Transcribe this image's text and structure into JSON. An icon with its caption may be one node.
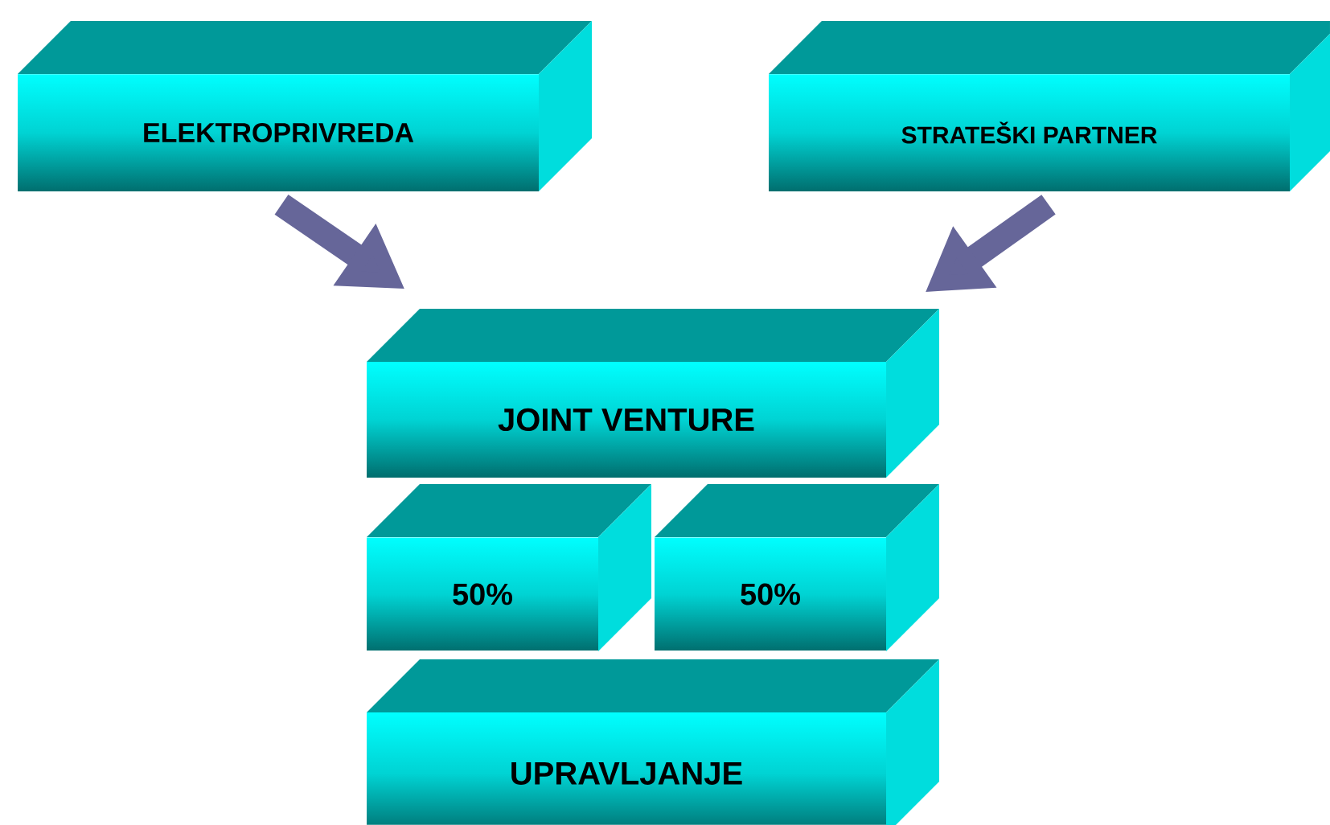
{
  "diagram": {
    "nodes": [
      {
        "text": [
          "ELEKTROPRIVREDA"
        ]
      },
      {
        "text": [
          "STRATEŠKI PARTNER"
        ]
      },
      {
        "text": [
          "JOINT VENTURE"
        ]
      },
      {
        "text": [
          "50%"
        ]
      },
      {
        "text": [
          "50%"
        ]
      },
      {
        "text": [
          "UPRAVLJANJE"
        ]
      }
    ],
    "edges": [
      {
        "from": 0,
        "to": 2,
        "arrow": "to"
      },
      {
        "from": 1,
        "to": 2,
        "arrow": "to"
      }
    ]
  }
}
